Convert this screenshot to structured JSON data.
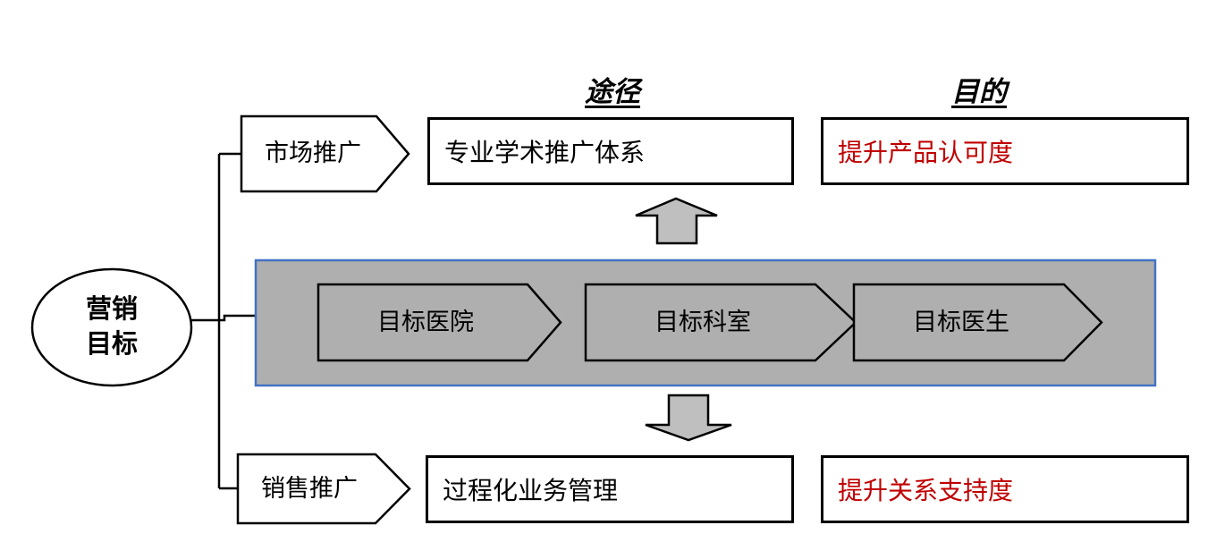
{
  "colors": {
    "outline": "#000000",
    "band_fill": "#AFAFAF",
    "band_border": "#4472C4",
    "step_fill": "#AFAFAF",
    "arrow_fill": "#BFBFBF",
    "shape_fill": "#ffffff",
    "purpose_text": "#C00000"
  },
  "headers": {
    "approach": "途径",
    "purpose": "目的"
  },
  "ellipse": {
    "label": "营销\n目标"
  },
  "top_row": {
    "pentagon_label": "市场推广",
    "approach_box": "专业学术推广体系",
    "purpose_box": "提升产品认可度"
  },
  "middle_band": {
    "steps": [
      "目标医院",
      "目标科室",
      "目标医生"
    ]
  },
  "bottom_row": {
    "pentagon_label": "销售推广",
    "approach_box": "过程化业务管理",
    "purpose_box": "提升关系支持度"
  }
}
